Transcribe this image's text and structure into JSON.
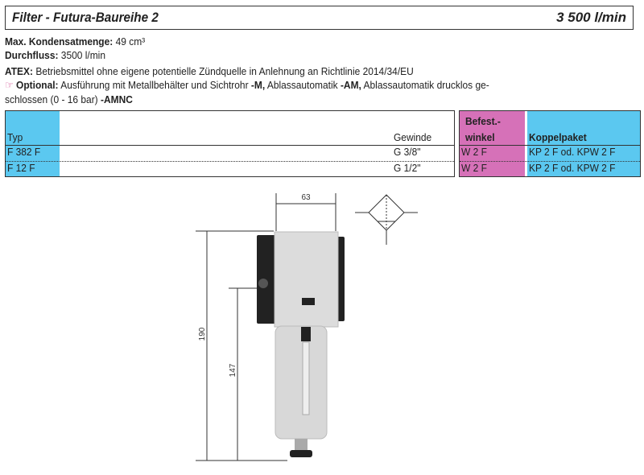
{
  "header": {
    "title": "Filter - Futura-Baureihe 2",
    "flow": "3 500 l/min"
  },
  "specs": {
    "kondensat_label": "Max. Kondensatmenge:",
    "kondensat_value": "49 cm³",
    "durchfluss_label": "Durchfluss:",
    "durchfluss_value": "3500 l/min",
    "atex_label": "ATEX:",
    "atex_value": "Betriebsmittel ohne eigene potentielle Zündquelle in Anlehnung an Richtlinie 2014/34/EU",
    "optional_icon": "pointing-hand-icon",
    "optional_label": "Optional:",
    "optional_text1": "Ausführung mit Metallbehälter und Sichtrohr",
    "optional_m": "-M,",
    "optional_text2": "Ablassautomatik",
    "optional_am": "-AM,",
    "optional_text3": "Ablassautomatik drucklos ge-",
    "optional_text4": "schlossen (0 - 16 bar)",
    "optional_amnc": "-AMNC"
  },
  "table": {
    "headers": {
      "typ": "Typ",
      "gewinde": "Gewinde",
      "befest": "Befest.-",
      "winkel": "winkel",
      "koppel": "Koppelpaket"
    },
    "rows": [
      {
        "typ": "F 382 F",
        "gewinde": "G 3/8\"",
        "winkel": "W 2 F",
        "koppel": "KP 2 F od. KPW 2 F"
      },
      {
        "typ": "F 12 F",
        "gewinde": "G 1/2\"",
        "winkel": "W 2 F",
        "koppel": "KP 2 F od. KPW 2 F"
      }
    ],
    "colors": {
      "blue": "#5bc8f0",
      "pink": "#d671b8"
    }
  },
  "drawing": {
    "width_dim": "63",
    "height_dim": "190",
    "port_dim": "147",
    "symbol": "filter-symbol-icon"
  }
}
